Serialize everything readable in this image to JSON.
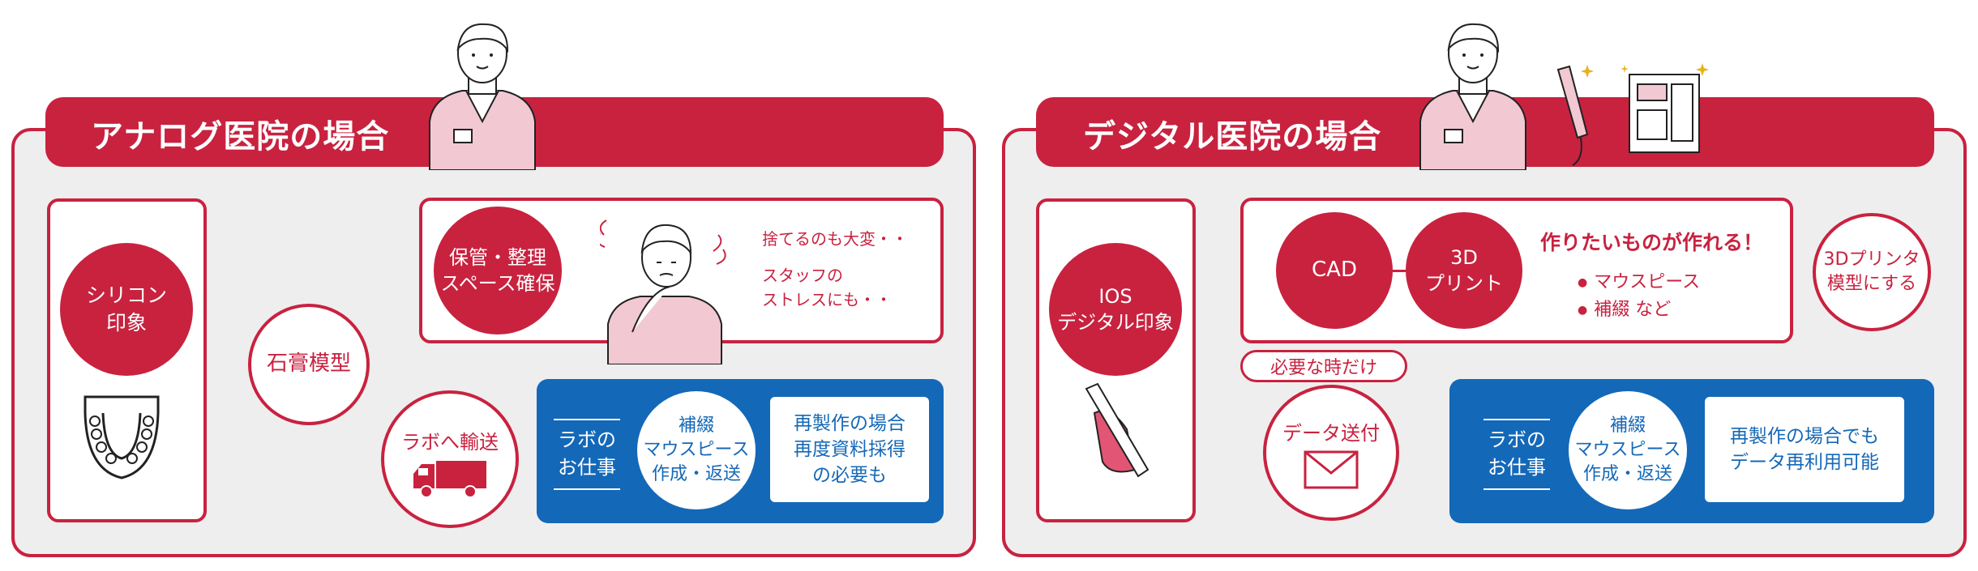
{
  "analog": {
    "title": "アナログ医院の場合",
    "impression": "シリコン\n印象",
    "plaster_model": "石膏模型",
    "storage_circle": "保管・整理\nスペース確保",
    "storage_note_1": "捨てるのも大変・・",
    "storage_note_2": "スタッフの\nストレスにも・・",
    "shipping": "ラボへ輸送",
    "lab_work_label": "ラボの\nお仕事",
    "lab_circle": "補綴\nマウスピース\n作成・返送",
    "lab_note": "再製作の場合\n再度資料採得\nの必要も"
  },
  "digital": {
    "title": "デジタル医院の場合",
    "impression": "IOS\nデジタル印象",
    "cad": "CAD",
    "print_3d": "3D\nプリント",
    "headline": "作りたいものが作れる！",
    "bullet_1": "マウスピース",
    "bullet_2": "補綴 など",
    "printer_model": "3Dプリンタ\n模型にする",
    "only_when_needed": "必要な時だけ",
    "data_send": "データ送付",
    "lab_work_label": "ラボの\nお仕事",
    "lab_circle": "補綴\nマウスピース\n作成・返送",
    "lab_note": "再製作の場合でも\nデータ再利用可能"
  },
  "colors": {
    "brand_red": "#c8223f",
    "brand_blue": "#1468b8",
    "panel_gray": "#eeeeee"
  }
}
